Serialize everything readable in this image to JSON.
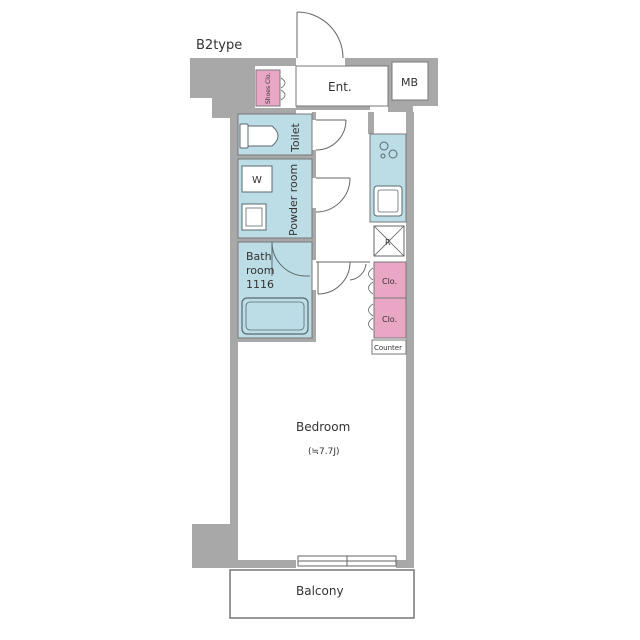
{
  "plan": {
    "type_label": "B2type",
    "rooms": {
      "shoes_closet": "Shoes Clo.",
      "entrance": "Ent.",
      "meter_box": "MB",
      "toilet": "Toilet",
      "washer": "W",
      "powder_room": "Powder room",
      "bath_line1": "Bath",
      "bath_line2": "room",
      "bath_line3": "1116",
      "closet_1": "Clo.",
      "closet_2": "Clo.",
      "counter": "Counter",
      "refrigerator": "R",
      "bedroom": "Bedroom",
      "bedroom_size": "(≒7.7J)",
      "balcony": "Balcony"
    },
    "colors": {
      "wall": "#a8a8a8",
      "wet_area": "#bcdde5",
      "storage": "#eaa7c5",
      "fixture_stroke": "#5a6a70",
      "line": "#666666"
    }
  }
}
